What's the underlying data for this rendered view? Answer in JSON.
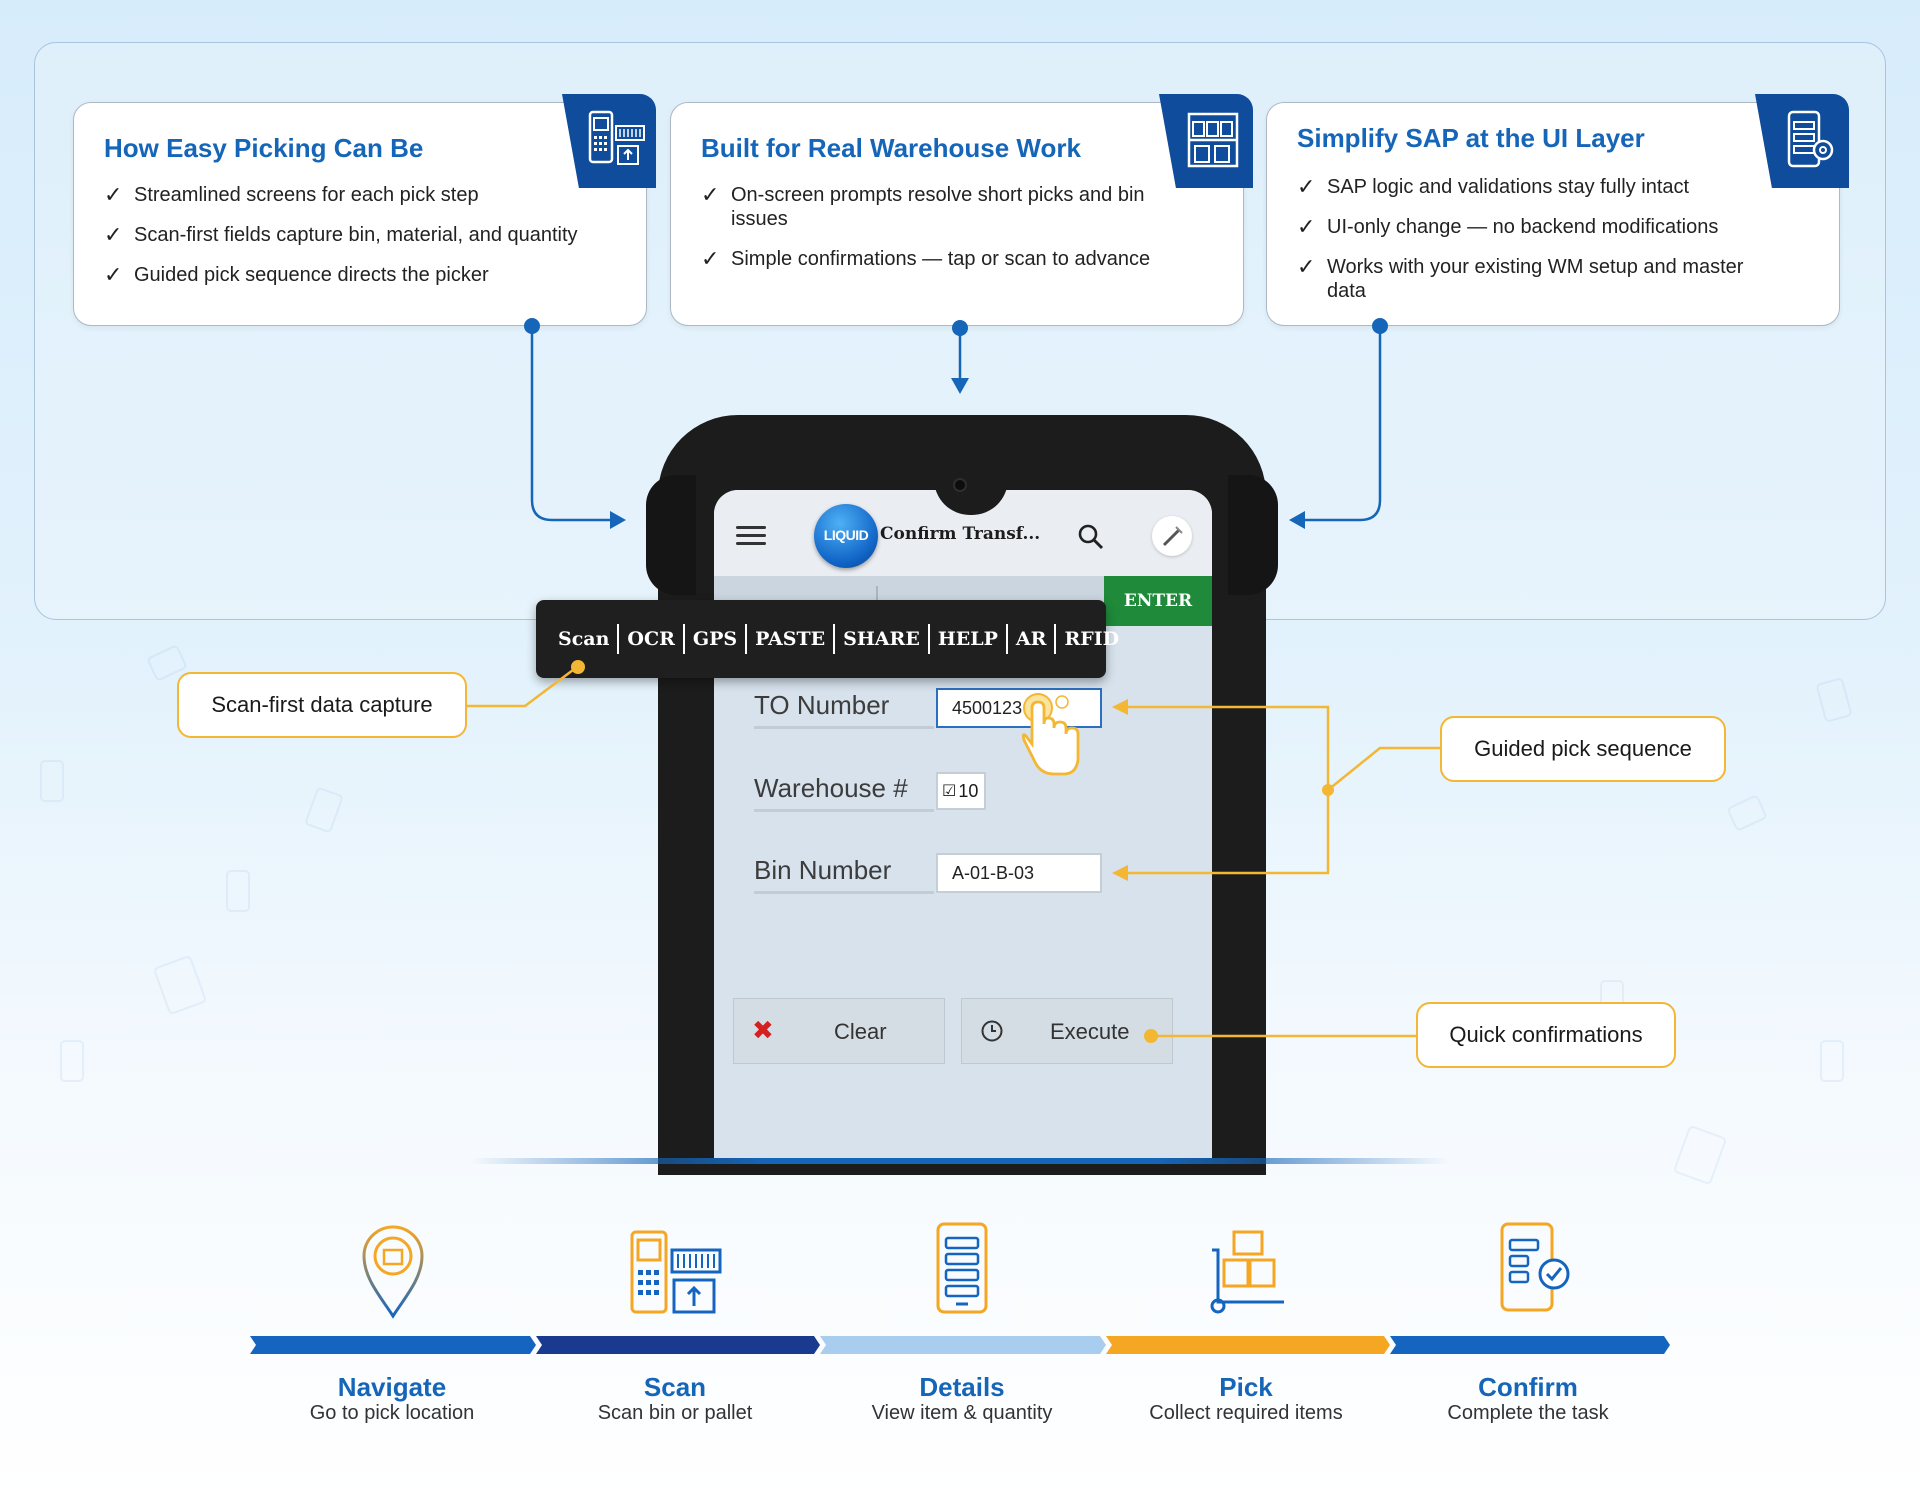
{
  "features": [
    {
      "title": "How Easy Picking Can Be",
      "items": [
        "Streamlined screens for each pick step",
        "Scan-first fields capture bin, material, and quantity",
        "Guided pick sequence directs the picker"
      ]
    },
    {
      "title": "Built for Real Warehouse Work",
      "items": [
        "On-screen prompts resolve short picks and bin issues",
        "Simple confirmations — tap or scan to advance"
      ]
    },
    {
      "title": "Simplify SAP at the UI Layer",
      "items": [
        "SAP logic and validations stay fully intact",
        "UI-only change — no backend modifications",
        "Works with your existing WM setup and master data"
      ]
    }
  ],
  "app": {
    "logo_text": "LIQUID",
    "title": "Confirm Transf...",
    "enter_label": "ENTER",
    "toolbar": [
      "Scan",
      "OCR",
      "GPS",
      "PASTE",
      "SHARE",
      "HELP",
      "AR",
      "RFID"
    ],
    "fields": {
      "to_number": {
        "label": "TO Number",
        "value": "4500123"
      },
      "warehouse": {
        "label": "Warehouse #",
        "value": "10"
      },
      "bin_number": {
        "label": "Bin Number",
        "value": "A-01-B-03"
      }
    },
    "buttons": {
      "clear": "Clear",
      "execute": "Execute"
    }
  },
  "callouts": {
    "scan_first": "Scan-first data capture",
    "guided": "Guided pick sequence",
    "quick": "Quick confirmations"
  },
  "steps": [
    {
      "title": "Navigate",
      "desc": "Go to pick location",
      "color": "#1565c0"
    },
    {
      "title": "Scan",
      "desc": "Scan bin or pallet",
      "color": "#1a3a8f"
    },
    {
      "title": "Details",
      "desc": "View item & quantity",
      "color": "#a9cdef"
    },
    {
      "title": "Pick",
      "desc": "Collect required items",
      "color": "#f5a623"
    },
    {
      "title": "Confirm",
      "desc": "Complete the task",
      "color": "#1565c0"
    }
  ],
  "colors": {
    "brand_blue": "#1565b8",
    "accent_yellow": "#f3b733",
    "enter_green": "#1e8a3a"
  }
}
